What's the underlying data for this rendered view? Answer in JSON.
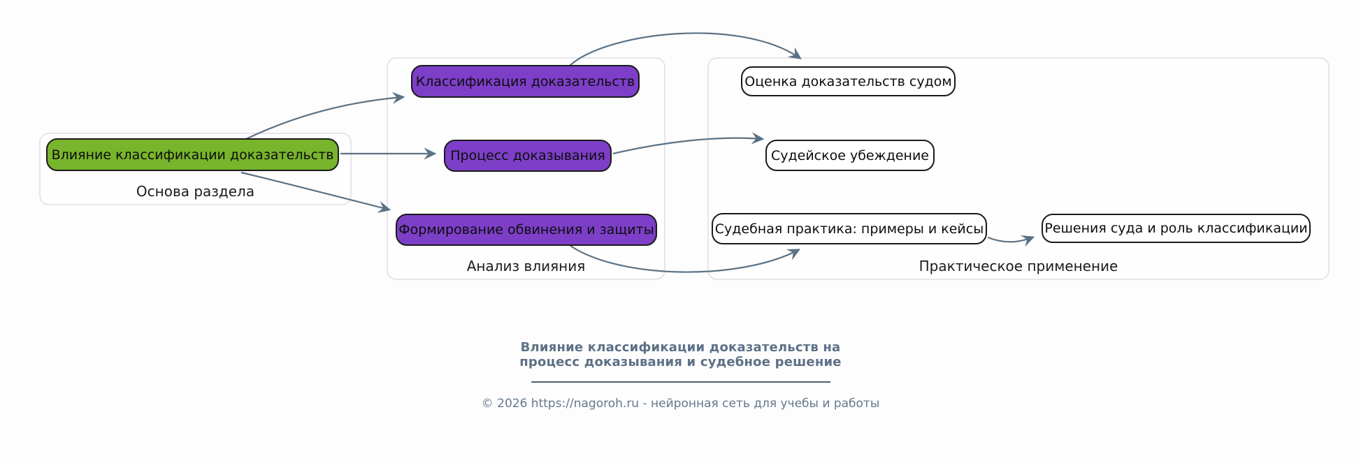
{
  "diagram": {
    "groups": [
      {
        "label": "Основа раздела",
        "nodes": [
          {
            "label": "Влияние классификации доказательств"
          }
        ]
      },
      {
        "label": "Анализ влияния",
        "nodes": [
          {
            "label": "Классификация доказательств"
          },
          {
            "label": "Процесс доказывания"
          },
          {
            "label": "Формирование обвинения и защиты"
          }
        ]
      },
      {
        "label": "Практическое применение",
        "nodes": [
          {
            "label": "Оценка доказательств судом"
          },
          {
            "label": "Судейское убеждение"
          },
          {
            "label": "Судебная практика: примеры и кейсы"
          },
          {
            "label": "Решения суда и роль классификации"
          }
        ]
      }
    ],
    "edges": [
      {
        "from": "Влияние классификации доказательств",
        "to": "Классификация доказательств"
      },
      {
        "from": "Влияние классификации доказательств",
        "to": "Процесс доказывания"
      },
      {
        "from": "Влияние классификации доказательств",
        "to": "Формирование обвинения и защиты"
      },
      {
        "from": "Классификация доказательств",
        "to": "Оценка доказательств судом"
      },
      {
        "from": "Процесс доказывания",
        "to": "Судейское убеждение"
      },
      {
        "from": "Формирование обвинения и защиты",
        "to": "Судебная практика: примеры и кейсы"
      },
      {
        "from": "Судебная практика: примеры и кейсы",
        "to": "Решения суда и роль классификации"
      }
    ],
    "colors": {
      "root_node_fill": "#78b42c",
      "analysis_node_fill": "#7d3fc8",
      "practice_node_fill": "#ffffff",
      "node_border": "#1a1a1a",
      "edge": "#5b7284",
      "group_border": "#e6e6ea",
      "footer_title": "#5d7085",
      "footer_copyright": "#66788a"
    }
  },
  "footer": {
    "title_line1": "Влияние классификации доказательств на",
    "title_line2": "процесс доказывания и судебное решение",
    "copyright": "© 2026 https://nagoroh.ru - нейронная сеть для учебы и работы"
  }
}
